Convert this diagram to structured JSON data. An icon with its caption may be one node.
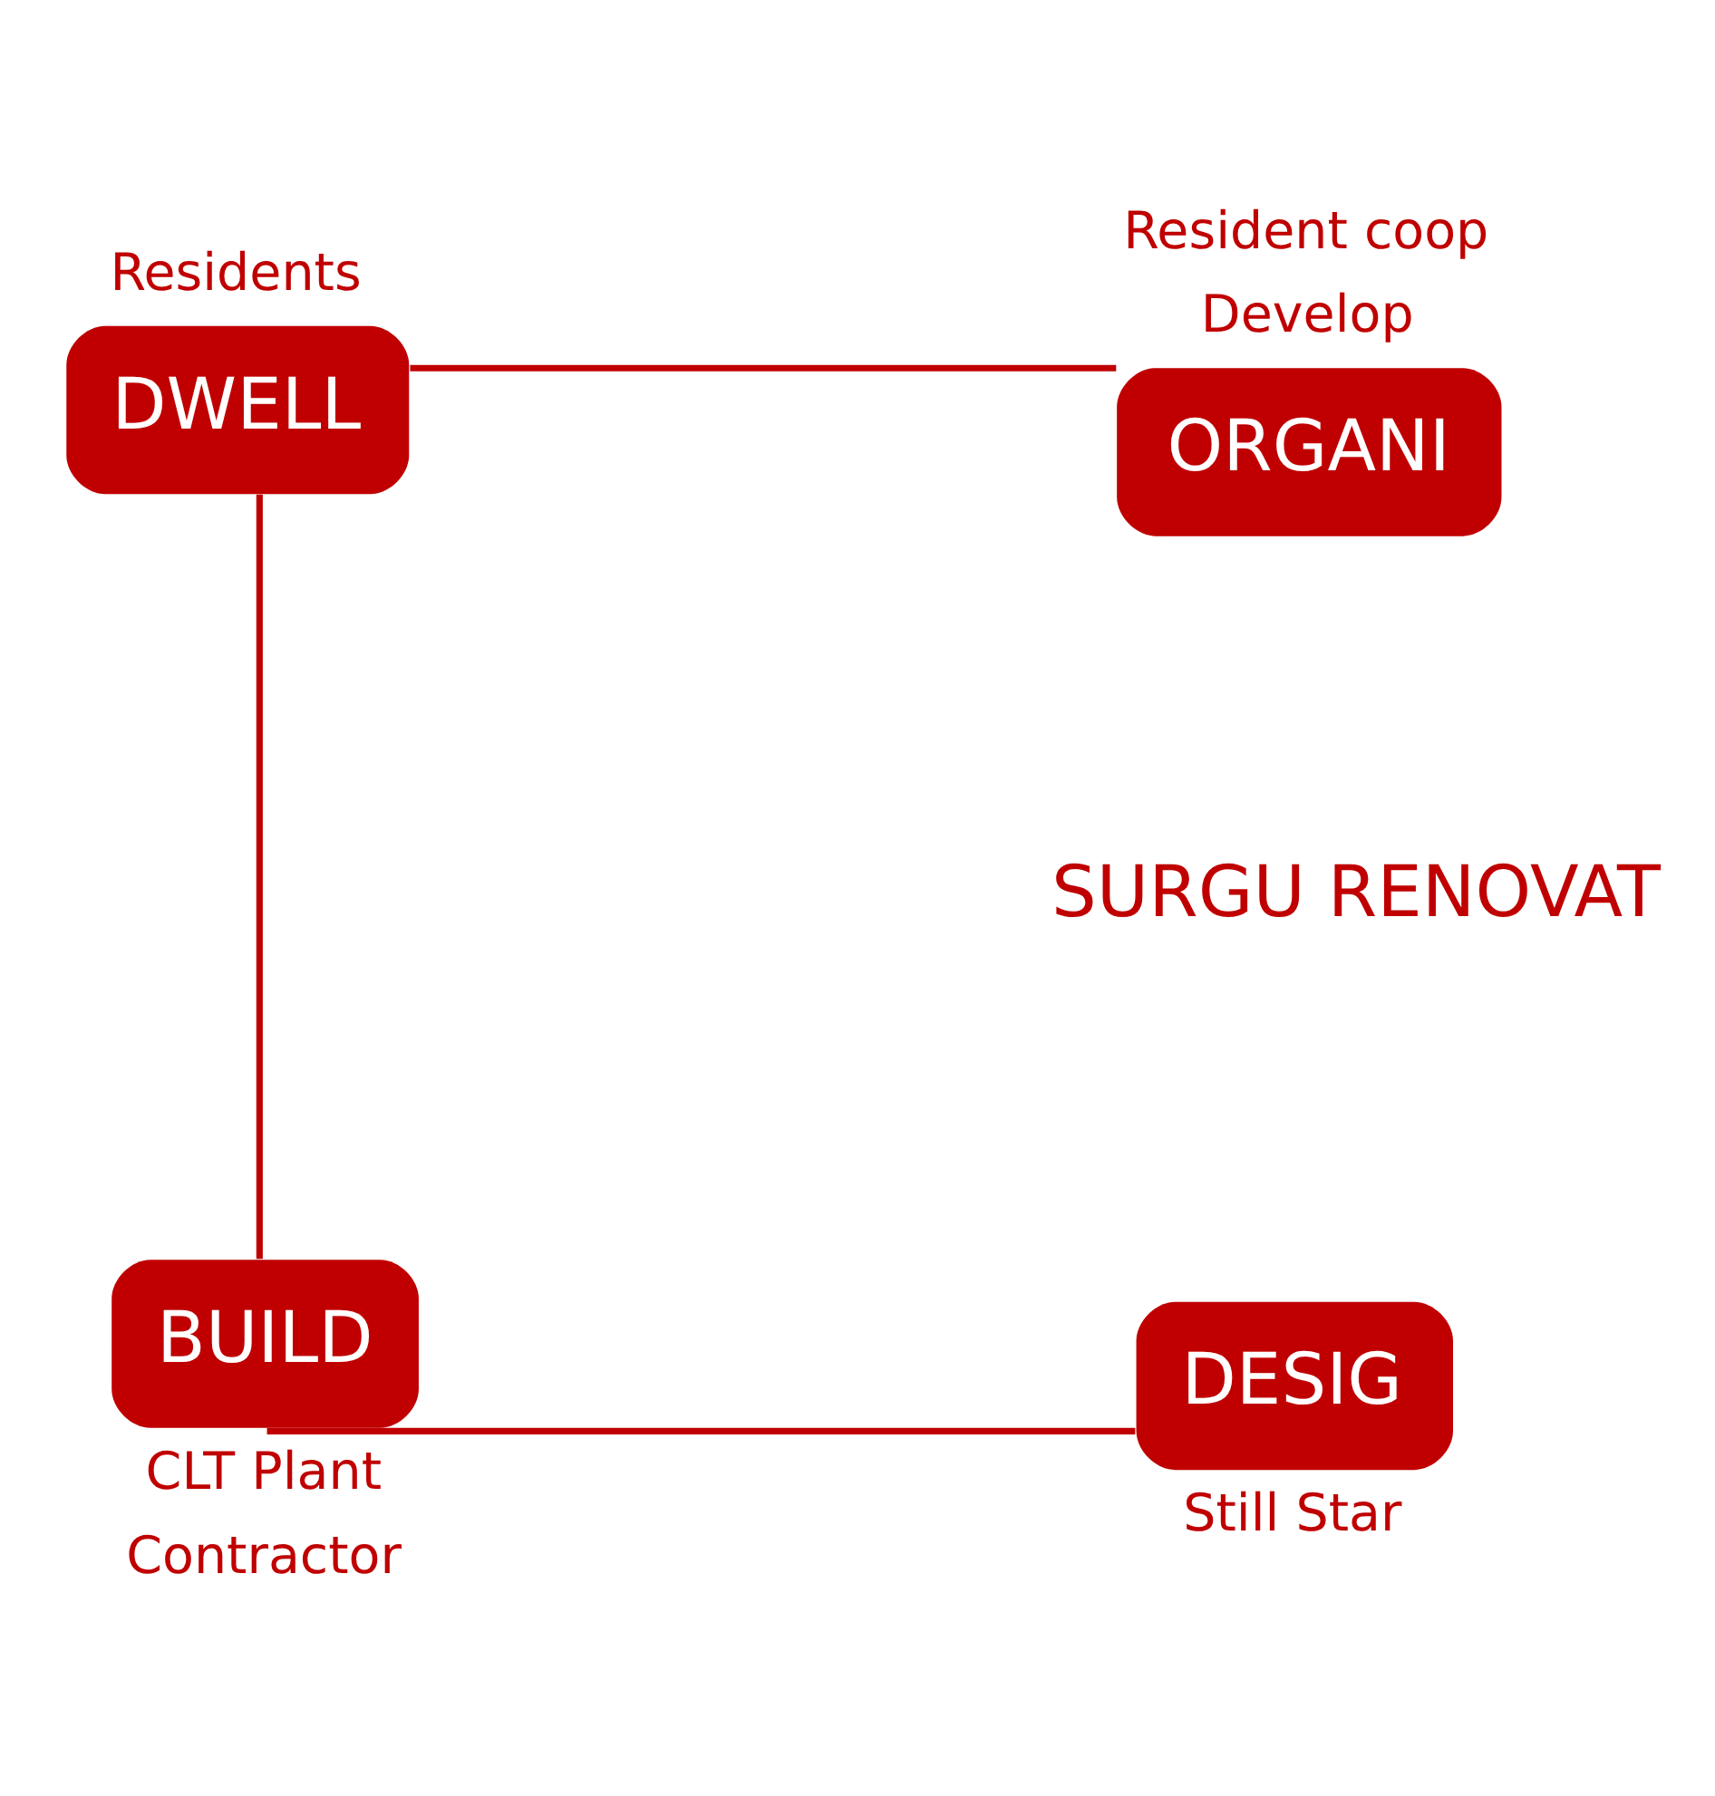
{
  "diagram": {
    "nodes": [
      {
        "text": [
          "DWELL"
        ],
        "beside": [
          "Residents"
        ]
      },
      {
        "text": [
          "ORGANI"
        ],
        "beside": [
          "Resident coop",
          "Develop"
        ]
      },
      {
        "text": [
          "BUILD"
        ],
        "beside": [
          "CLT Plant",
          "Contractor"
        ]
      },
      {
        "text": [
          "DESIG"
        ],
        "beside": [
          "Still Star"
        ]
      }
    ],
    "edges": [
      {
        "from": 0,
        "to": 1,
        "arrow": "none"
      },
      {
        "from": 2,
        "to": 3,
        "arrow": "none"
      },
      {
        "from": 0,
        "to": 2,
        "arrow": "none"
      }
    ],
    "labels": [
      "SURGU RENOVAT"
    ]
  }
}
